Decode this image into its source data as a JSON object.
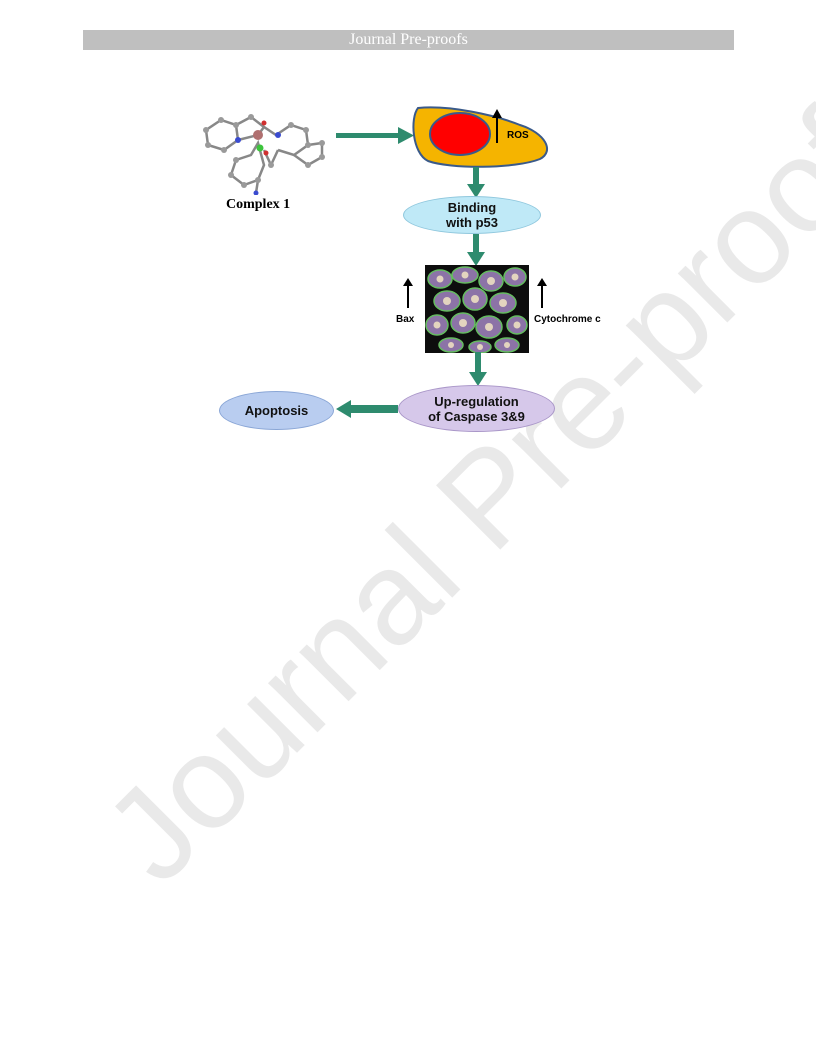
{
  "header": {
    "title": "Journal Pre-proofs"
  },
  "watermark": {
    "text": "Journal Pre-proofs"
  },
  "diagram": {
    "complex_label": "Complex 1",
    "ros_label": "ROS",
    "binding_label": "Binding with p53",
    "bax_label": "Bax",
    "cytochrome_label": "Cytochrome c",
    "caspase_label": "Up-regulation of Caspase 3&9",
    "apoptosis_label": "Apoptosis"
  },
  "colors": {
    "arrow": "#2e8b6e",
    "cell_body": "#f5b400",
    "nucleus": "#ff0000",
    "binding_pill": "#bfe9f7",
    "caspase_pill": "#d6c8ea",
    "apoptosis_pill": "#b9cdf0"
  }
}
